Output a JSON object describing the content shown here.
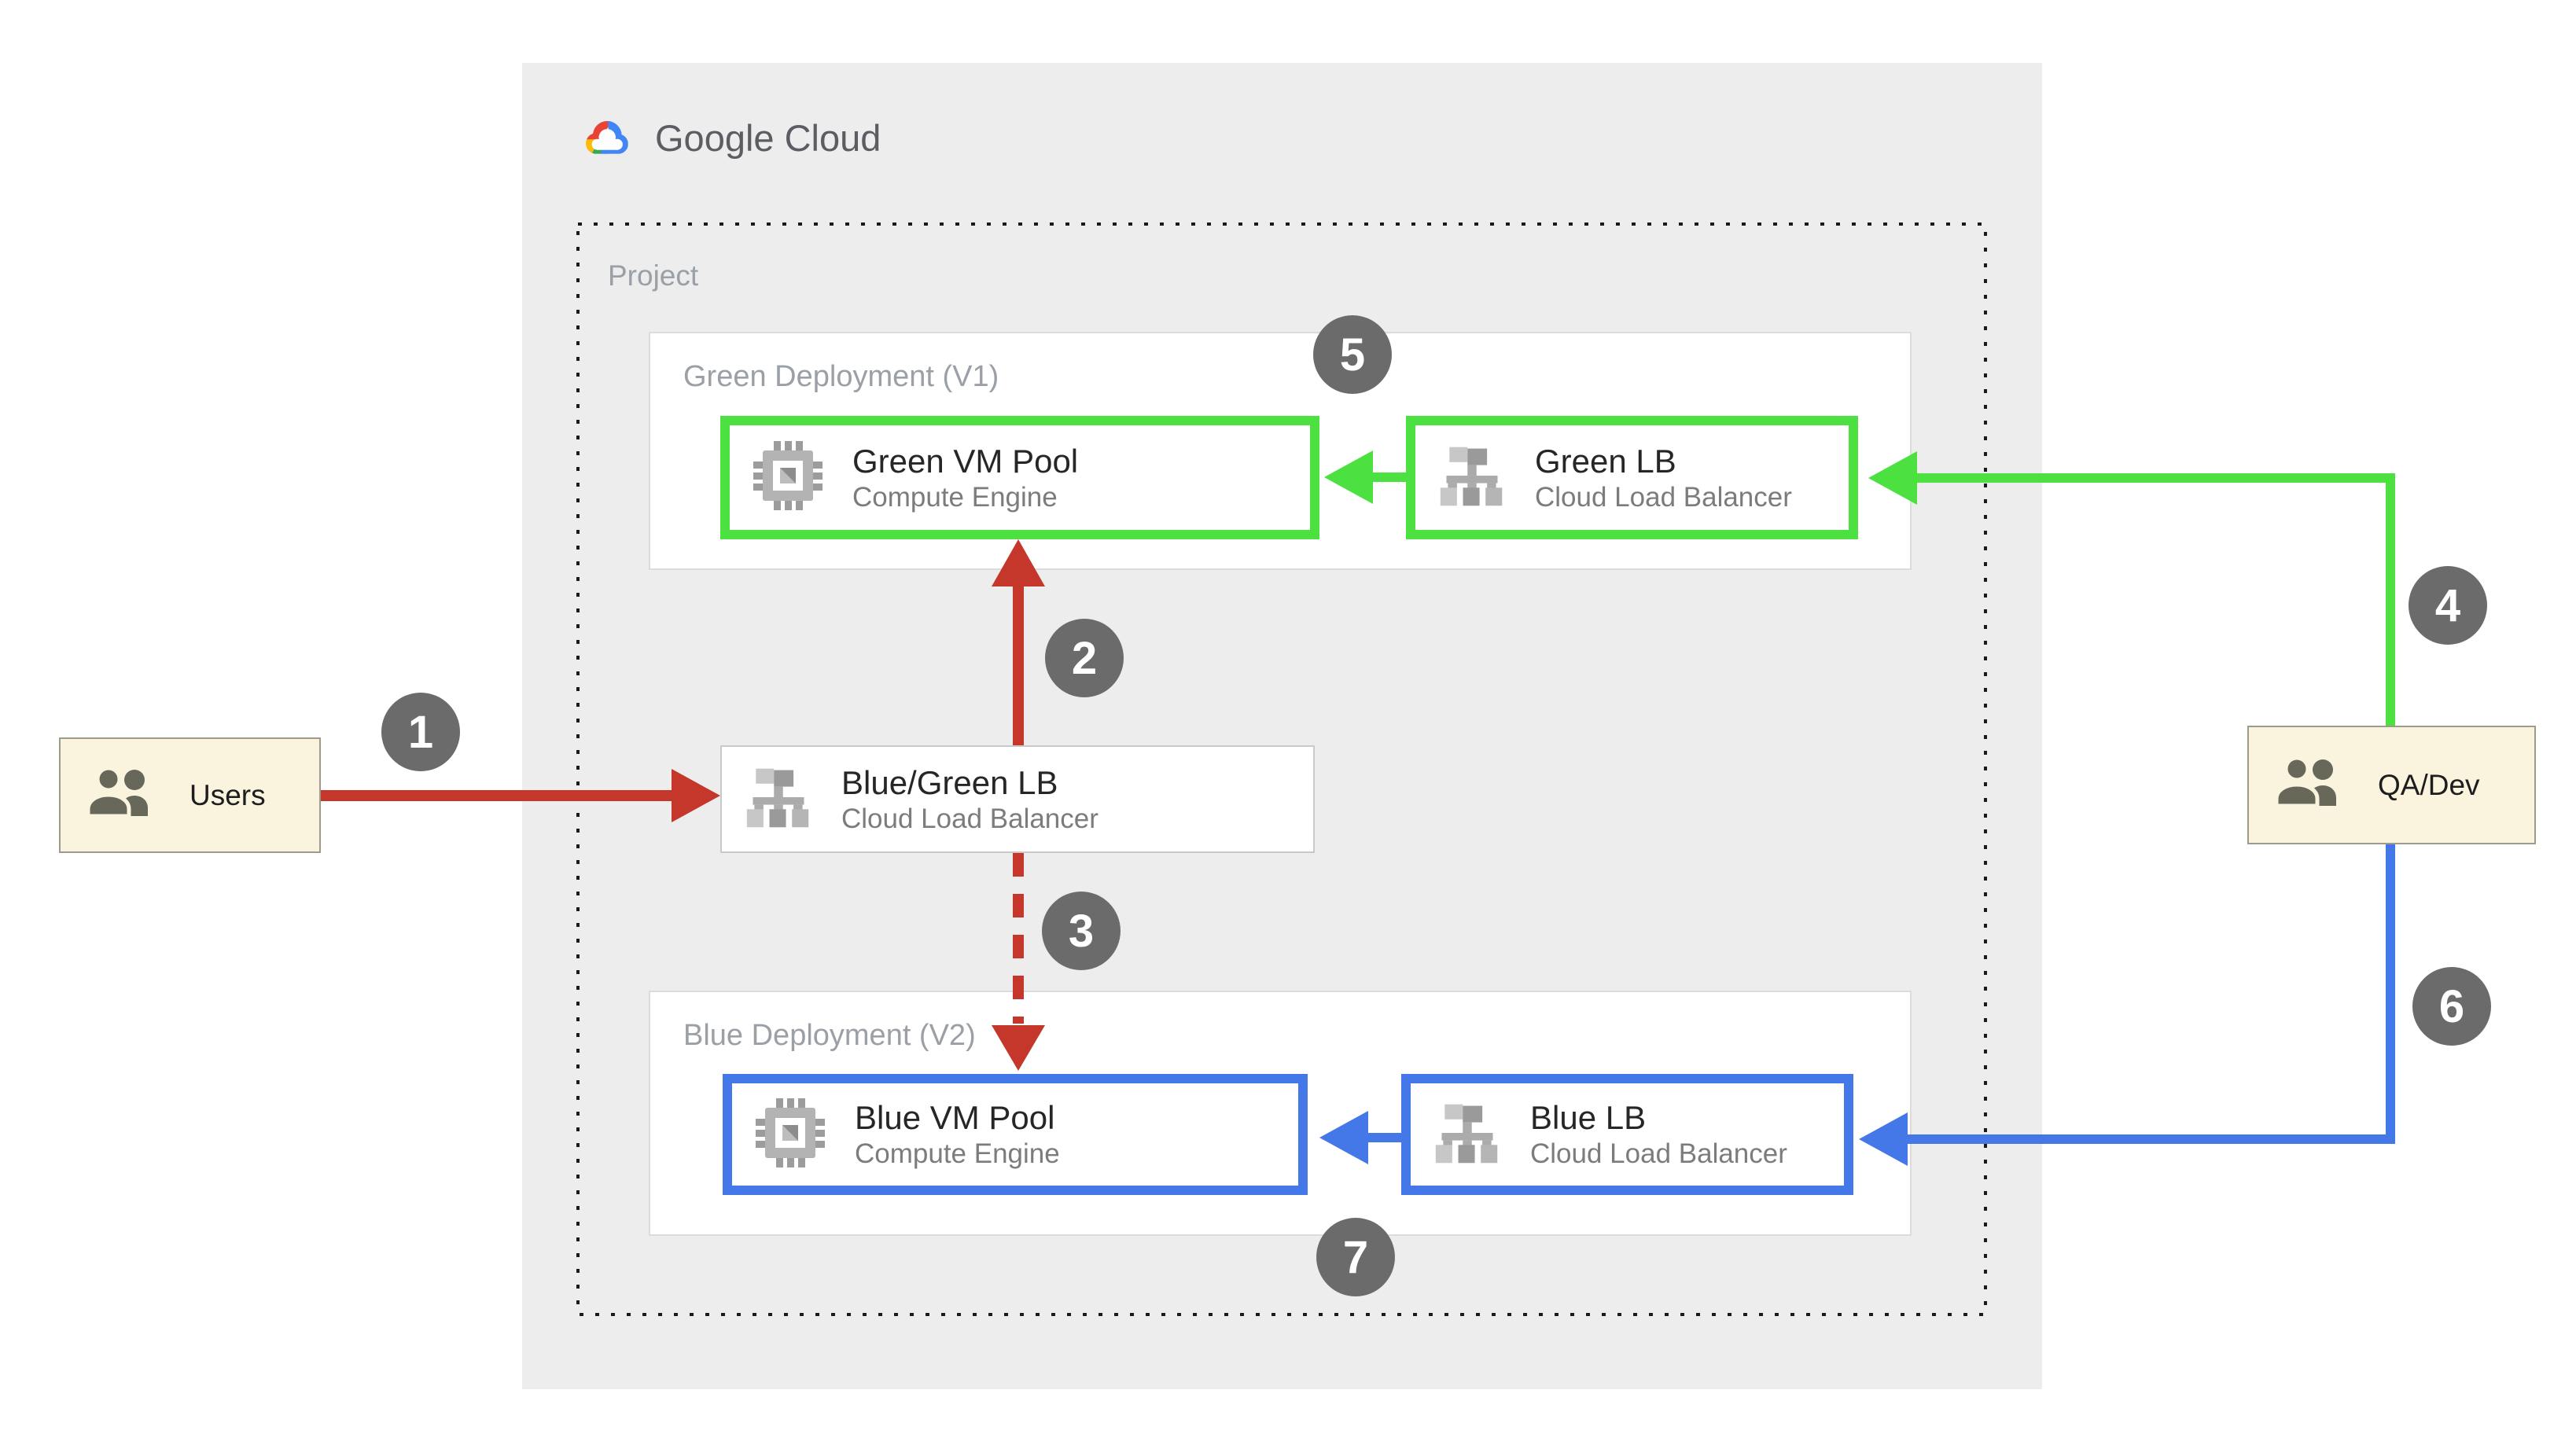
{
  "header": {
    "brand": "Google Cloud",
    "icon": "google-cloud-logo-icon"
  },
  "project": {
    "label": "Project"
  },
  "green_deployment": {
    "label": "Green Deployment (V1)",
    "vm_pool": {
      "title": "Green VM Pool",
      "subtitle": "Compute Engine",
      "icon": "compute-engine-icon"
    },
    "lb": {
      "title": "Green LB",
      "subtitle": "Cloud Load Balancer",
      "icon": "load-balancer-icon"
    }
  },
  "blue_deployment": {
    "label": "Blue Deployment (V2)",
    "vm_pool": {
      "title": "Blue VM Pool",
      "subtitle": "Compute Engine",
      "icon": "compute-engine-icon"
    },
    "lb": {
      "title": "Blue LB",
      "subtitle": "Cloud Load Balancer",
      "icon": "load-balancer-icon"
    }
  },
  "router": {
    "title": "Blue/Green LB",
    "subtitle": "Cloud Load Balancer",
    "icon": "load-balancer-icon"
  },
  "actors": {
    "users": {
      "label": "Users",
      "icon": "users-icon"
    },
    "qa_dev": {
      "label": "QA/Dev",
      "icon": "qa-dev-users-icon"
    }
  },
  "steps": {
    "s1": "1",
    "s2": "2",
    "s3": "3",
    "s4": "4",
    "s5": "5",
    "s6": "6",
    "s7": "7"
  },
  "colors": {
    "green": "#4CE040",
    "blue": "#4478E8",
    "red": "#C5372B",
    "badge": "#6B6B6B",
    "panel_bg": "#EDEDED",
    "actor_bg": "#FAF4DF"
  }
}
